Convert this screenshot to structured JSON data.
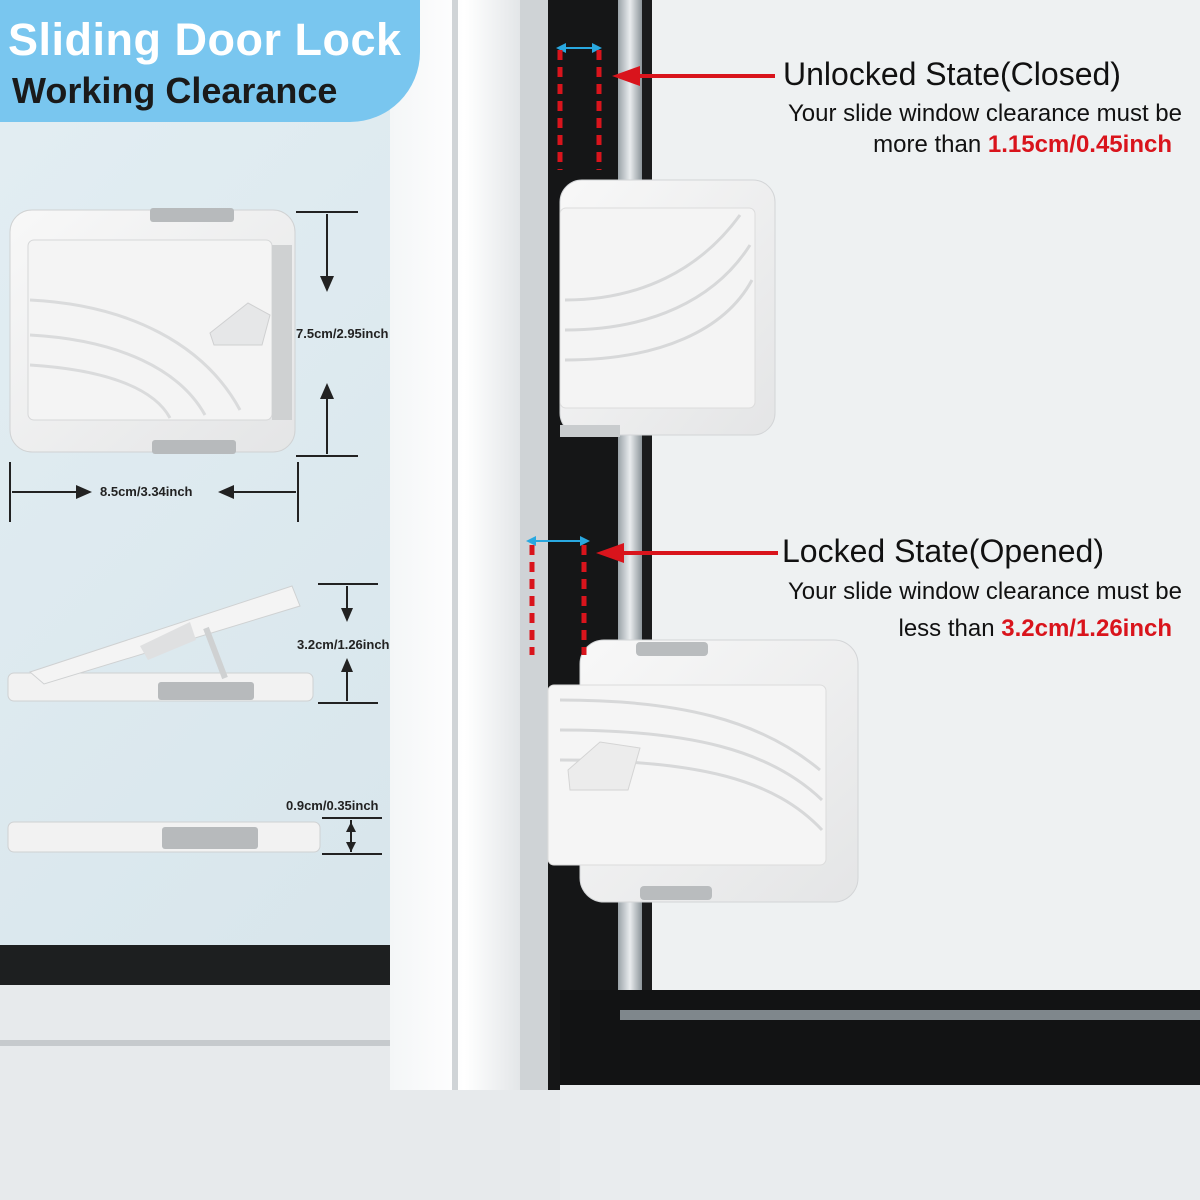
{
  "title": {
    "main": "Sliding Door Lock",
    "sub": "Working Clearance"
  },
  "unlocked": {
    "title": "Unlocked State(Closed)",
    "line1": "Your slide window clearance must be",
    "line2_prefix": "more than ",
    "value": "1.15cm/0.45inch"
  },
  "locked": {
    "title": "Locked State(Opened)",
    "line1": "Your slide window clearance must be",
    "line2_prefix": "less than ",
    "value": "3.2cm/1.26inch"
  },
  "dimensions": {
    "height": "7.5cm/2.95inch",
    "width": "8.5cm/3.34inch",
    "open_height": "3.2cm/1.26inch",
    "thickness": "0.9cm/0.35inch"
  },
  "colors": {
    "accent_red": "#d9141c",
    "banner_blue": "#79c6ef",
    "dim_cyan": "#29a8e0"
  }
}
